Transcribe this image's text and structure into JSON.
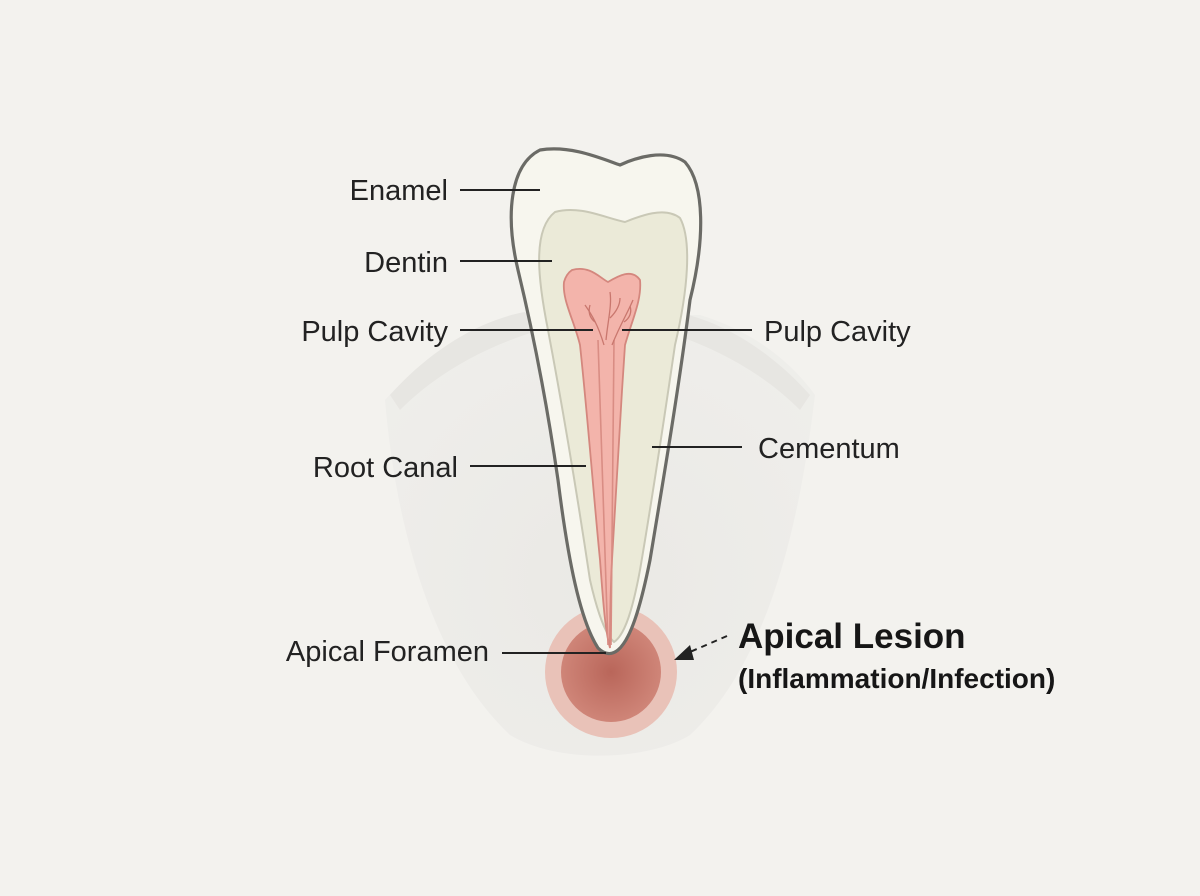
{
  "labels": {
    "enamel": "Enamel",
    "dentin": "Dentin",
    "pulp_cavity_left": "Pulp Cavity",
    "pulp_cavity_right": "Pulp Cavity",
    "root_canal": "Root Canal",
    "cementum": "Cementum",
    "apical_foramen": "Apical Foramen",
    "apical_lesion_title": "Apical Lesion",
    "apical_lesion_subtitle": "(Inflammation/Infection)"
  },
  "colors": {
    "background": "#f3f2ee",
    "enamel": "#f6f5ea",
    "dentin": "#e9e8d6",
    "pulp": "#f2b5ad",
    "lesion_outer": "#e6b8ac",
    "lesion_inner": "#c9796c",
    "outline": "#6a6a66"
  }
}
